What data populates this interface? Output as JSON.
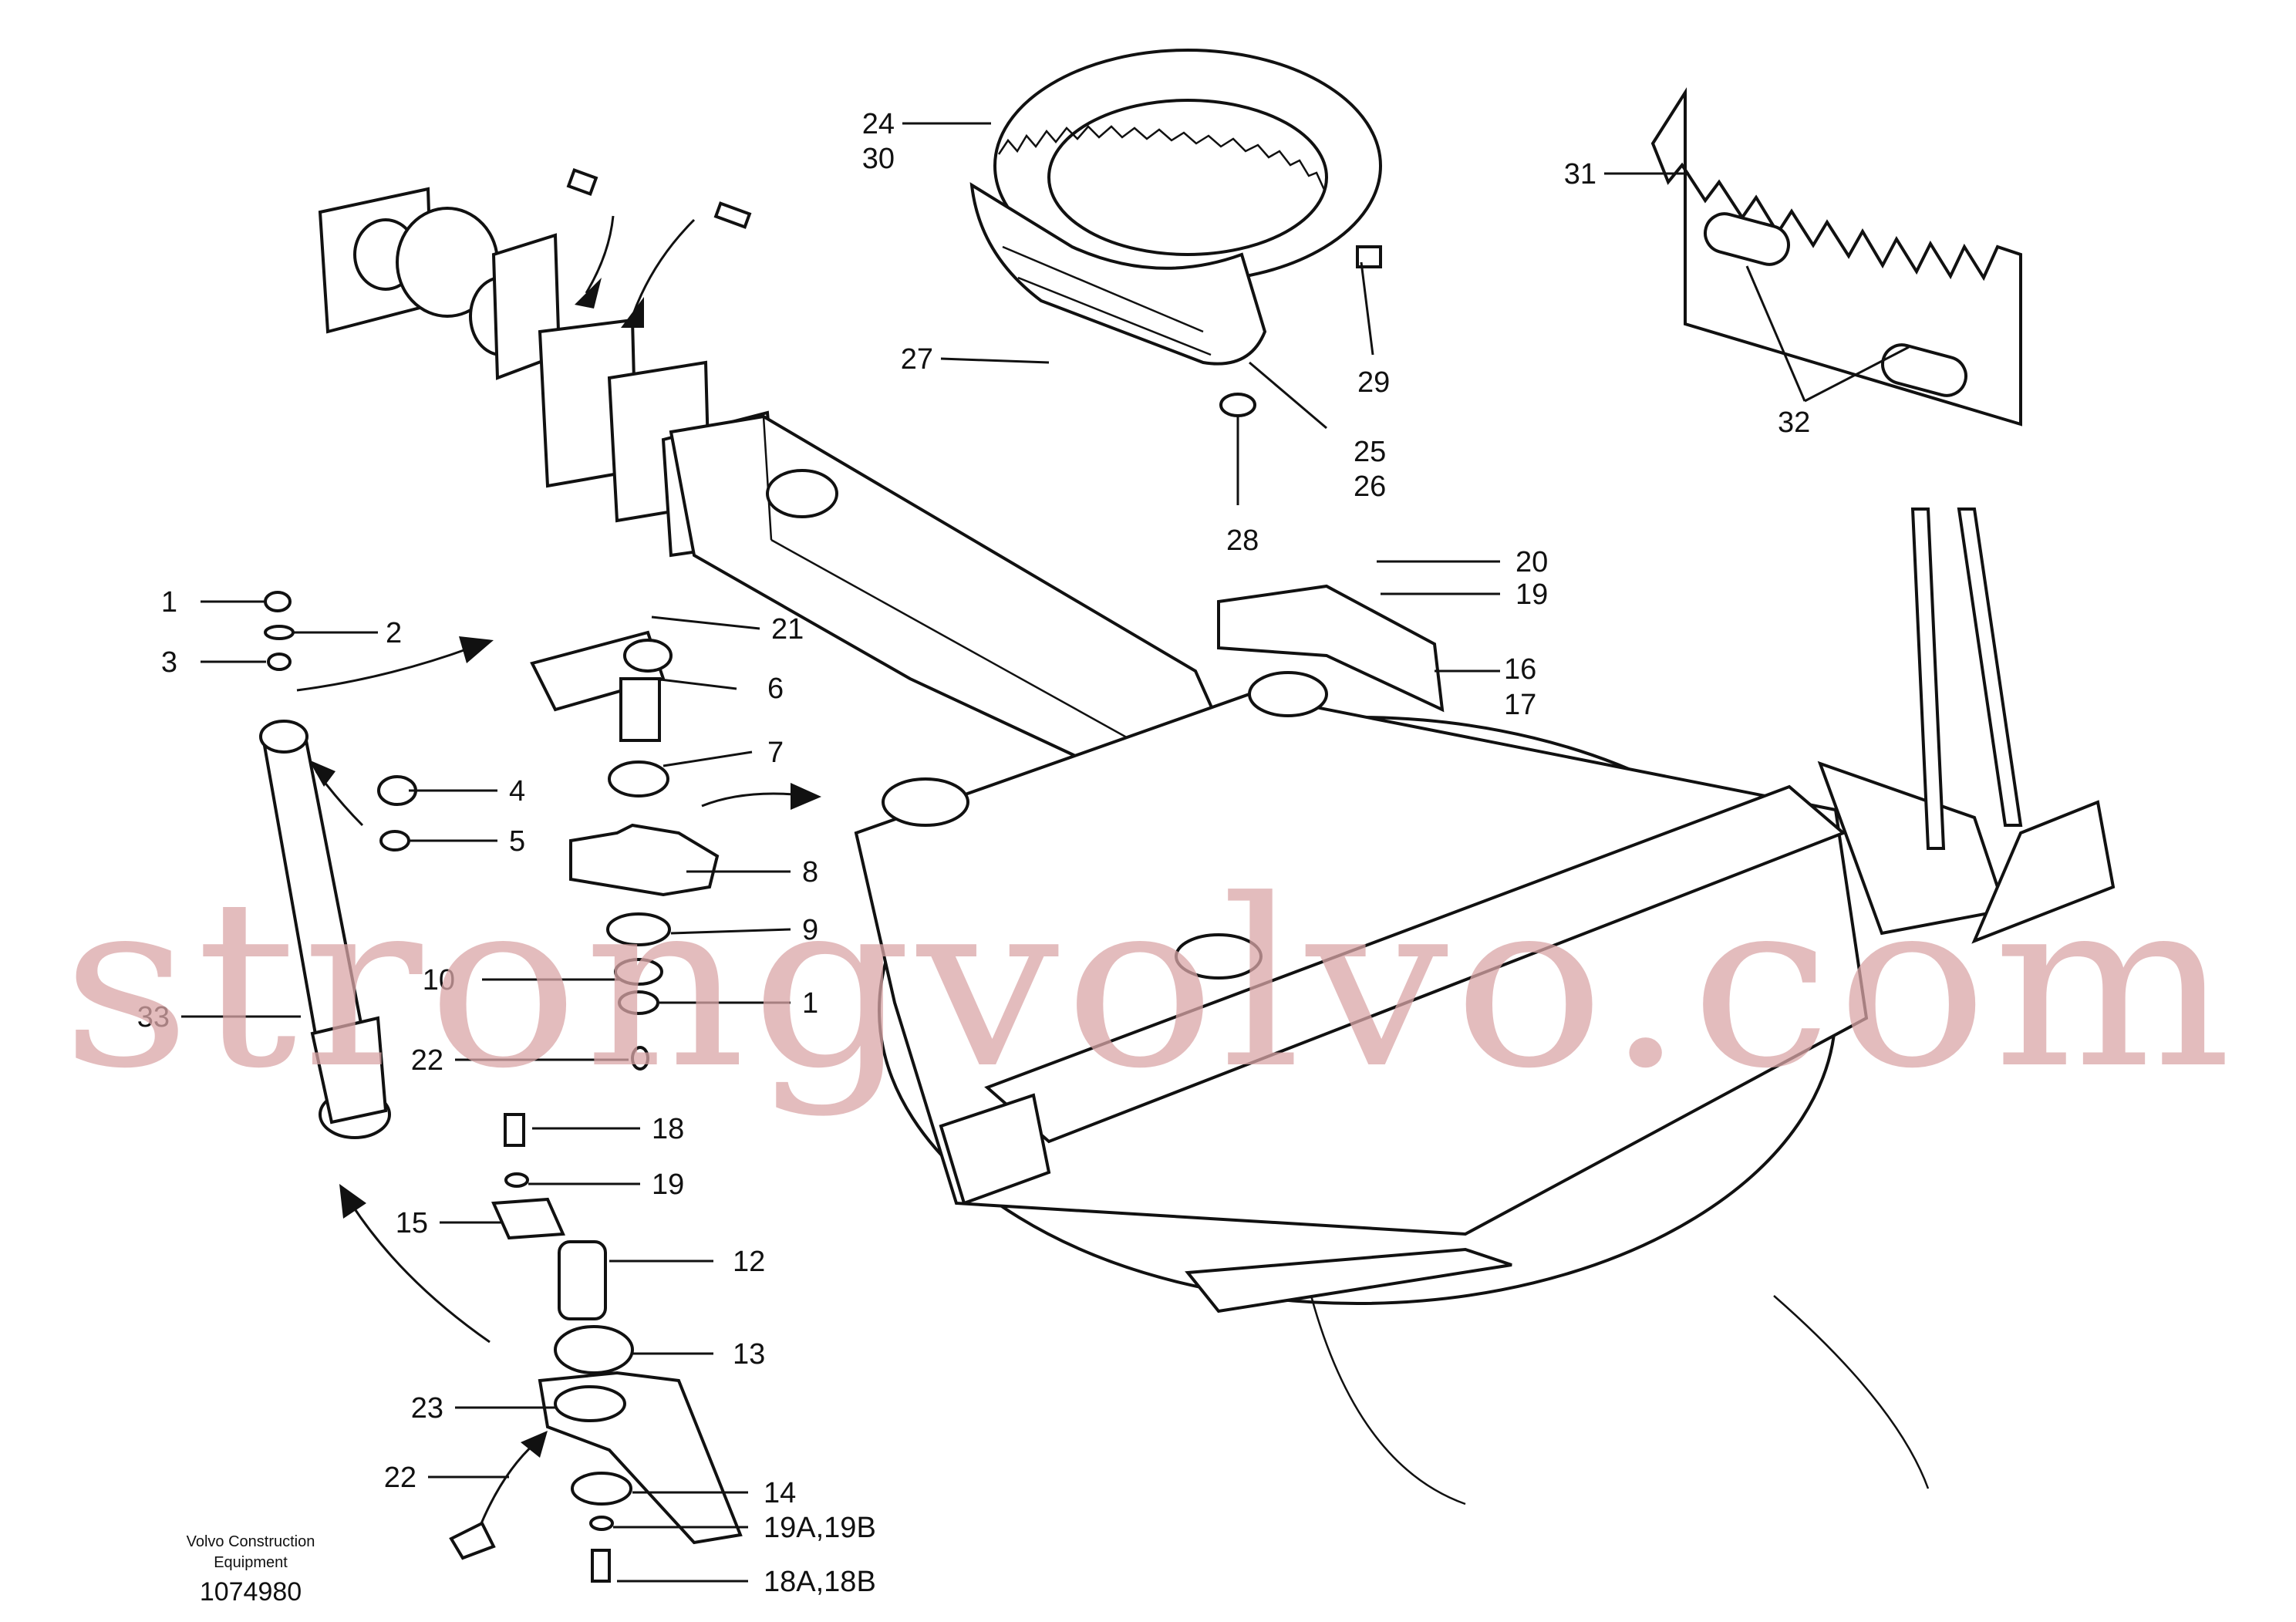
{
  "callouts": [
    {
      "id": "1",
      "text": "1"
    },
    {
      "id": "2",
      "text": "2"
    },
    {
      "id": "3",
      "text": "3"
    },
    {
      "id": "4",
      "text": "4"
    },
    {
      "id": "5",
      "text": "5"
    },
    {
      "id": "6",
      "text": "6"
    },
    {
      "id": "7",
      "text": "7"
    },
    {
      "id": "8",
      "text": "8"
    },
    {
      "id": "9",
      "text": "9"
    },
    {
      "id": "10",
      "text": "10"
    },
    {
      "id": "11",
      "text": "1"
    },
    {
      "id": "12",
      "text": "12"
    },
    {
      "id": "13",
      "text": "13"
    },
    {
      "id": "14",
      "text": "14"
    },
    {
      "id": "15",
      "text": "15"
    },
    {
      "id": "16",
      "text": "16"
    },
    {
      "id": "17",
      "text": "17"
    },
    {
      "id": "18",
      "text": "18"
    },
    {
      "id": "18AB",
      "text": "18A,18B"
    },
    {
      "id": "19a",
      "text": "19"
    },
    {
      "id": "19b",
      "text": "19"
    },
    {
      "id": "19AB",
      "text": "19A,19B"
    },
    {
      "id": "20",
      "text": "20"
    },
    {
      "id": "21",
      "text": "21"
    },
    {
      "id": "22a",
      "text": "22"
    },
    {
      "id": "22b",
      "text": "22"
    },
    {
      "id": "23",
      "text": "23"
    },
    {
      "id": "24",
      "text": "24"
    },
    {
      "id": "25",
      "text": "25"
    },
    {
      "id": "26",
      "text": "26"
    },
    {
      "id": "27",
      "text": "27"
    },
    {
      "id": "28",
      "text": "28"
    },
    {
      "id": "29",
      "text": "29"
    },
    {
      "id": "30",
      "text": "30"
    },
    {
      "id": "31",
      "text": "31"
    },
    {
      "id": "32",
      "text": "32"
    },
    {
      "id": "33",
      "text": "33"
    }
  ],
  "footer": {
    "company_line1": "Volvo Construction",
    "company_line2": "Equipment",
    "drawing_number": "1074980"
  },
  "watermark": "strongvolvo.com"
}
